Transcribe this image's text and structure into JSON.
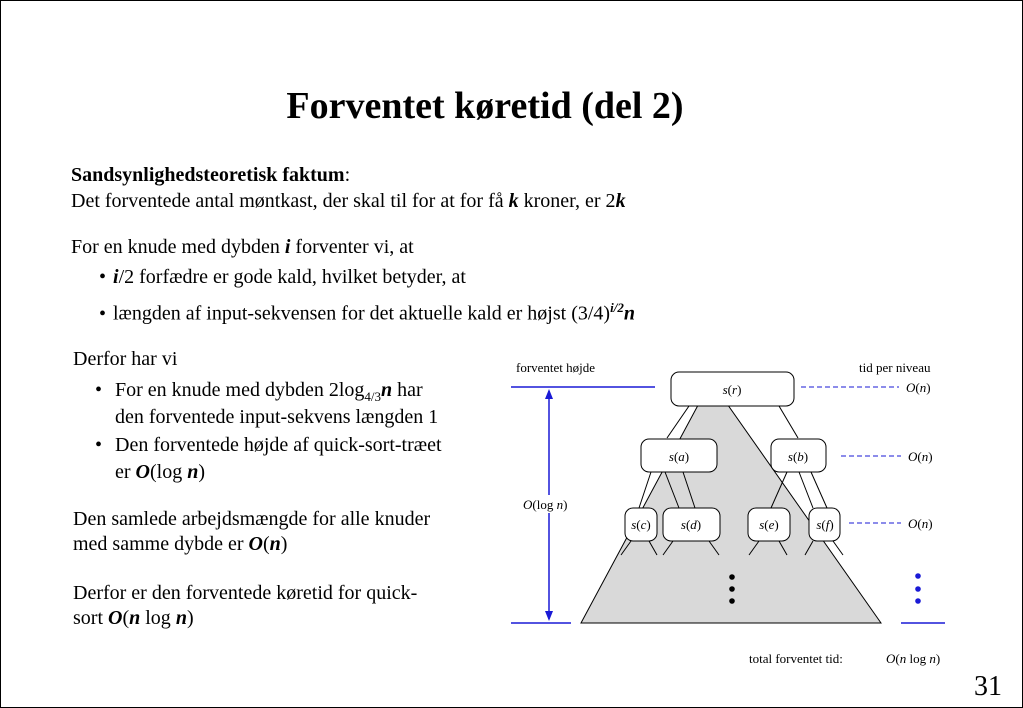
{
  "title": "Forventet køretid (del 2)",
  "fact": {
    "heading": "Sandsynlighedsteoretisk faktum",
    "colon": ":",
    "line_a": "Det forventede antal møntkast, der skal til for at for få ",
    "k1": "k",
    "line_b": " kroner, er 2",
    "k2": "k"
  },
  "depth": {
    "intro_a": "For en knude med dybden ",
    "i": "i",
    "intro_b": " forventer vi, at",
    "b1_i": "i",
    "b1_rest": "/2 forfædre er gode kald, hvilket betyder, at",
    "b2_text": "længden af input-sekvensen for det aktuelle kald er højst (3/4)",
    "b2_sup": "i/2",
    "b2_n": "n"
  },
  "derfor": {
    "heading": "Derfor har vi",
    "b1_a": "For en knude med dybden 2log",
    "b1_sub": "4/3",
    "b1_n": "n",
    "b1_b": " har",
    "b1_line2": "den forventede input-sekvens længden 1",
    "b2_line1": "Den forventede højde af quick-sort-træet",
    "b2_er": "er ",
    "b2_O": "O",
    "b2_log": "(log ",
    "b2_n": "n",
    "b2_close": ")"
  },
  "arbejde": {
    "line1": "Den samlede arbejdsmængde for alle knuder",
    "line2_a": "med samme dybde er ",
    "O": "O",
    "open": "(",
    "n": "n",
    "close": ")"
  },
  "konklusion": {
    "line1": "Derfor er den forventede køretid for quick-",
    "line2_a": "sort ",
    "O": "O",
    "open": "(",
    "n": "n",
    "log": " log ",
    "n2": "n",
    "close": ")"
  },
  "diagram": {
    "left_header": "forventet højde",
    "right_header": "tid per niveau",
    "height_O": "O",
    "height_rest": "(log ",
    "height_n": "n",
    "height_close": ")",
    "nodes": [
      {
        "s": "s",
        "arg": "r"
      },
      {
        "s": "s",
        "arg": "a"
      },
      {
        "s": "s",
        "arg": "b"
      },
      {
        "s": "s",
        "arg": "c"
      },
      {
        "s": "s",
        "arg": "d"
      },
      {
        "s": "s",
        "arg": "e"
      },
      {
        "s": "s",
        "arg": "f"
      }
    ],
    "level_time": {
      "O": "O",
      "open": "(",
      "n": "n",
      "close": ")"
    },
    "total_label": "total forventet tid:",
    "total_O": "O",
    "total_open": "(",
    "total_n": "n",
    "total_log": " log ",
    "total_n2": "n",
    "total_close": ")",
    "line_color": "#1a1ad6"
  },
  "page_number": "31"
}
